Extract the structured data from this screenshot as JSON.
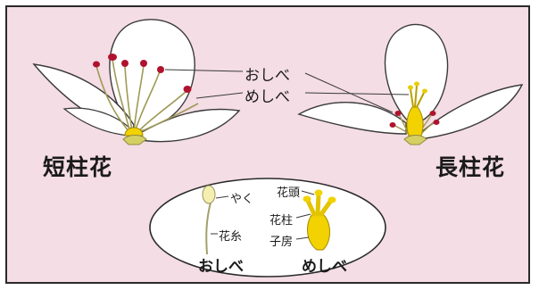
{
  "labels": {
    "short_style": "短柱花",
    "long_style": "長柱花",
    "stamen": "おしべ",
    "pistil": "めしべ"
  },
  "detail": {
    "anther": "やく",
    "filament": "花糸",
    "stigma": "花頭",
    "style": "花柱",
    "ovary": "子房",
    "stamen_caption": "おしべ",
    "pistil_caption": "めしべ"
  },
  "colors": {
    "background": "#f4dde5",
    "petal": "#ffffff",
    "anther_red": "#b0122e",
    "pistil_yellow": "#f2d200",
    "stem_green": "#c9c46a"
  }
}
